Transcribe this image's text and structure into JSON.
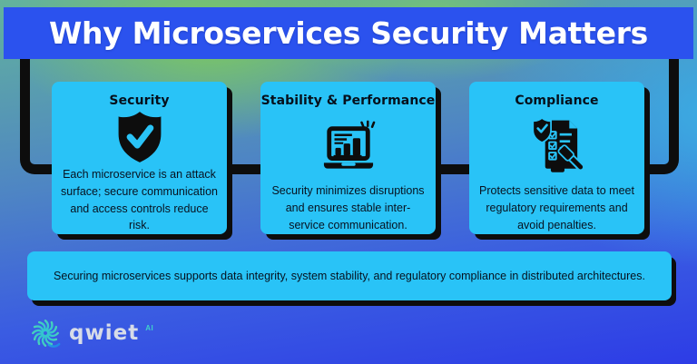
{
  "header": {
    "title": "Why Microservices Security Matters"
  },
  "cards": [
    {
      "title": "Security",
      "icon": "shield-check-icon",
      "text": "Each microservice is an attack surface; secure communication and access controls reduce risk."
    },
    {
      "title": "Stability & Performance",
      "icon": "laptop-analytics-icon",
      "text": "Security minimizes disruptions and ensures stable inter-service communication."
    },
    {
      "title": "Compliance",
      "icon": "compliance-checklist-gavel-icon",
      "text": "Protects sensitive data to meet regulatory requirements and avoid penalties."
    }
  ],
  "summary": {
    "text": "Securing microservices supports data integrity, system stability, and regulatory compliance in distributed architectures."
  },
  "footer": {
    "brand": "qwiet",
    "brand_suffix": "AI",
    "logo": "qwiet-spiral-logo-icon"
  },
  "colors": {
    "header_blue": "#2B52EE",
    "card_cyan": "#29C3F7",
    "ink_black": "#0D0D0D",
    "background_green": "#7EC95E",
    "background_teal": "#38B0E6",
    "background_blue": "#2D3CE6",
    "logo_text": "#D7DCE8",
    "logo_accent_teal": "#3FD0CC"
  }
}
